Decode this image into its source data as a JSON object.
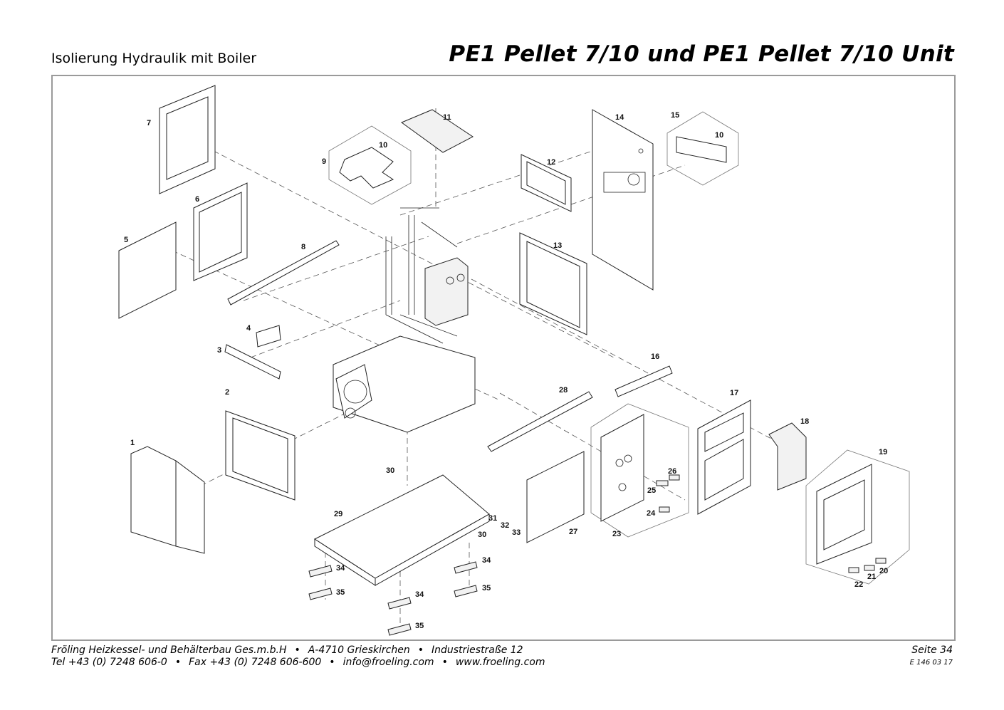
{
  "header": {
    "subtitle": "Isolierung Hydraulik mit Boiler",
    "title": "PE1 Pellet 7/10 und PE1 Pellet 7/10 Unit"
  },
  "diagram": {
    "part_labels": [
      "1",
      "2",
      "3",
      "4",
      "5",
      "6",
      "7",
      "8",
      "9",
      "10",
      "10",
      "11",
      "12",
      "13",
      "14",
      "15",
      "16",
      "17",
      "18",
      "19",
      "20",
      "21",
      "22",
      "23",
      "24",
      "25",
      "26",
      "27",
      "28",
      "29",
      "30",
      "30",
      "31",
      "32",
      "33",
      "34",
      "34",
      "34",
      "35",
      "35",
      "35"
    ]
  },
  "footer": {
    "company": "Fröling Heizkessel- und Behälterbau Ges.m.b.H",
    "address": "A-4710 Grieskirchen",
    "street": "Industriestraße 12",
    "tel": "Tel +43 (0) 7248 606-0",
    "fax": "Fax +43 (0) 7248 606-600",
    "email": "info@froeling.com",
    "web": "www.froeling.com",
    "page": "Seite 34",
    "doc_code": "E 146 03 17",
    "bullet": "•"
  }
}
